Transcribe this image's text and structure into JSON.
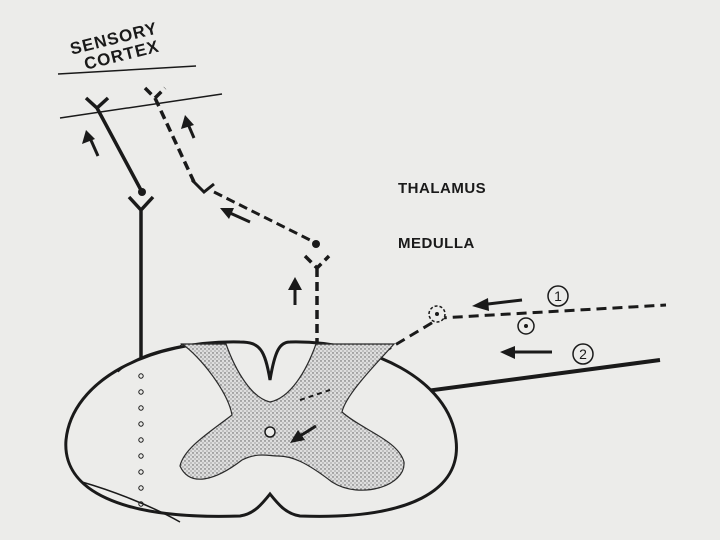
{
  "labels": {
    "cortex_line1": "SENSORY",
    "cortex_line2": "CORTEX",
    "thalamus": "THALAMUS",
    "medulla": "MEDULLA",
    "pathway_1": "1",
    "pathway_2": "2"
  },
  "colors": {
    "background": "#ececea",
    "ink": "#1a1a1a",
    "gray_matter": "#cfcfcf"
  }
}
